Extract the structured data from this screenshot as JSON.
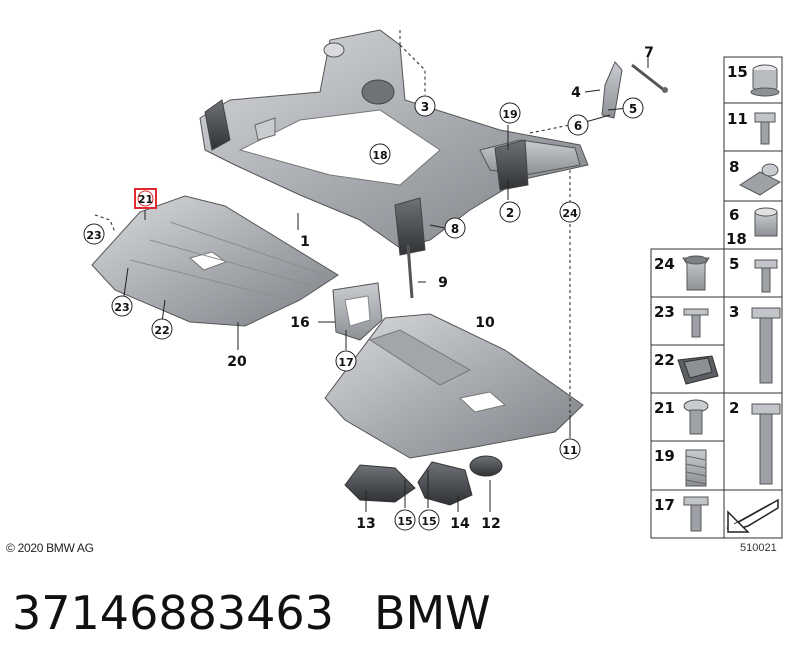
{
  "copyright": "© 2020 BMW AG",
  "drawing_number": "510021",
  "footer": {
    "part_number": "37146883463",
    "brand": "BMW"
  },
  "highlighted_callout": "21",
  "callouts": {
    "c1": "1",
    "c2": "2",
    "c3": "3",
    "c4": "4",
    "c6": "6",
    "c7": "7",
    "c8": "8",
    "c9": "9",
    "c10": "10",
    "c11": "11",
    "c12": "12",
    "c13": "13",
    "c14": "14",
    "c15a": "15",
    "c15b": "15",
    "c16": "16",
    "c17": "17",
    "c18": "18",
    "c19": "19",
    "c20": "20",
    "c21": "21",
    "c22": "22",
    "c23a": "23",
    "c23b": "23",
    "c24": "24"
  },
  "legend": {
    "l15": "15",
    "l11": "11",
    "l8": "8",
    "l6": "6",
    "l18": "18",
    "l24": "24",
    "l5": "5",
    "l23": "23",
    "l3": "3",
    "l22": "22",
    "l21": "21",
    "l2": "2",
    "l19": "19",
    "l17": "17"
  },
  "colors": {
    "highlight": "#e0282e",
    "part_fill": "#b9bcc1",
    "line": "#222222"
  }
}
